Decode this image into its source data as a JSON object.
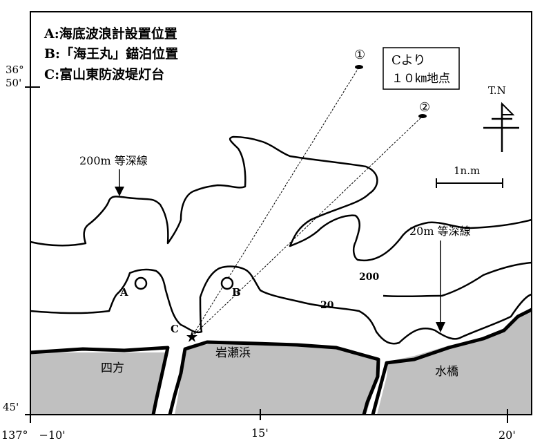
{
  "legend": {
    "A": "A:海底波浪計設置位置",
    "B": "B:「海王丸」錨泊位置",
    "C": "C:富山東防波堤灯台"
  },
  "callout": {
    "line1": "Cより",
    "line2": "１０㎞地点"
  },
  "points": {
    "one": "①",
    "two": "②",
    "A": "A",
    "B": "B",
    "C": "C"
  },
  "north": "T.N",
  "scale_label": "1n.m",
  "contours": {
    "c200_label": "200m 等深線",
    "c20_label": "20m 等深線",
    "num_200": "200",
    "num_20": "20"
  },
  "places": {
    "shiho": "四方",
    "iwasehama": "岩瀬浜",
    "mizuhashi": "水橋"
  },
  "lat_ticks": {
    "t1_deg": "36°",
    "t1_min": "50'",
    "t2": "45'"
  },
  "lon_ticks": {
    "t1": "137°　−10'",
    "t2": "15'",
    "t3": "20'"
  },
  "colors": {
    "land": "#c0c0c0",
    "ink": "#000000",
    "sea": "#ffffff"
  }
}
